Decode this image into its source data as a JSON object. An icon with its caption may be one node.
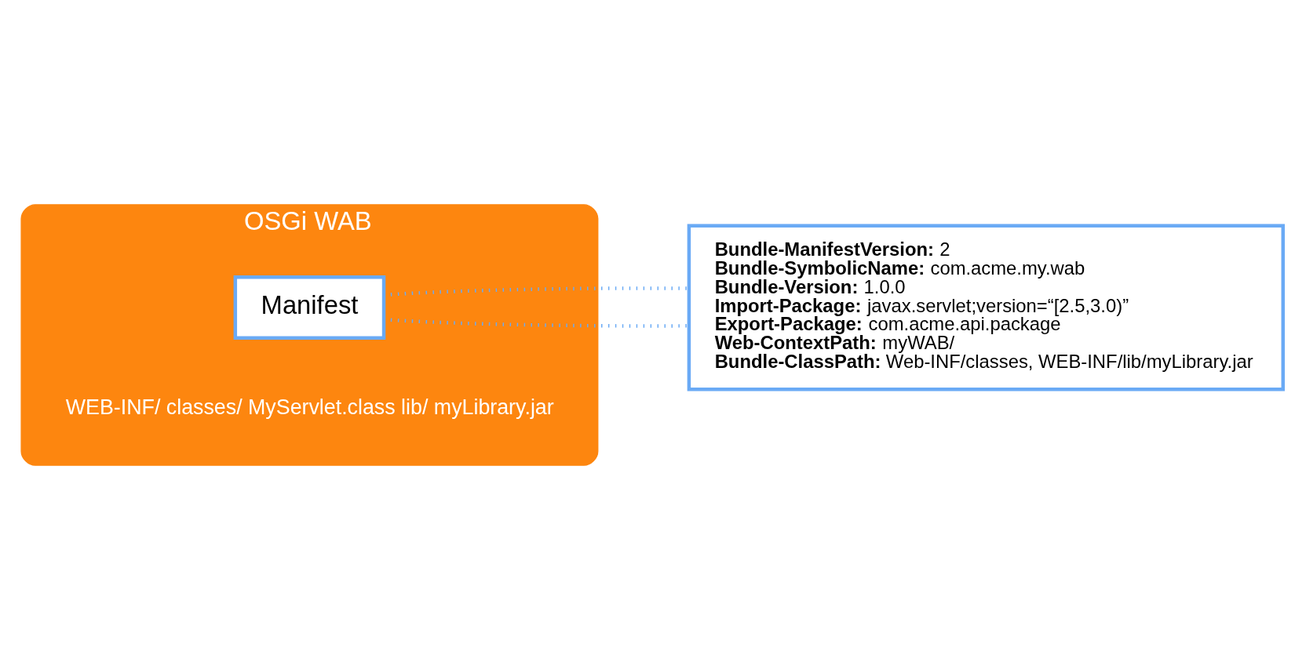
{
  "diagram": {
    "nodes": [
      {
        "text": [
          "OSGi WAB",
          "WEB-INF/ classes/ MyServlet.class lib/ myLibrary.jar"
        ]
      },
      {
        "text": [
          "Manifest"
        ],
        "in": 0
      },
      {
        "text": [
          "**Bundle-ManifestVersion:** 2",
          "**Bundle-SymbolicName:** com.acme.my.wab",
          "**Bundle-Version:** 1.0.0",
          "**Import-Package:** javax.servlet;version=“[2.5,3.0)”",
          "**Export-Package:** com.acme.api.package",
          "**Web-ContextPath:** myWAB/",
          "**Bundle-ClassPath:** Web-INF/classes, WEB-INF/lib/myLibrary.jar"
        ]
      }
    ],
    "edges": [
      {
        "from": 1,
        "to": 2,
        "arrow": "none",
        "style": "dashed"
      },
      {
        "from": 1,
        "to": 2,
        "arrow": "none",
        "style": "dashed"
      }
    ]
  }
}
